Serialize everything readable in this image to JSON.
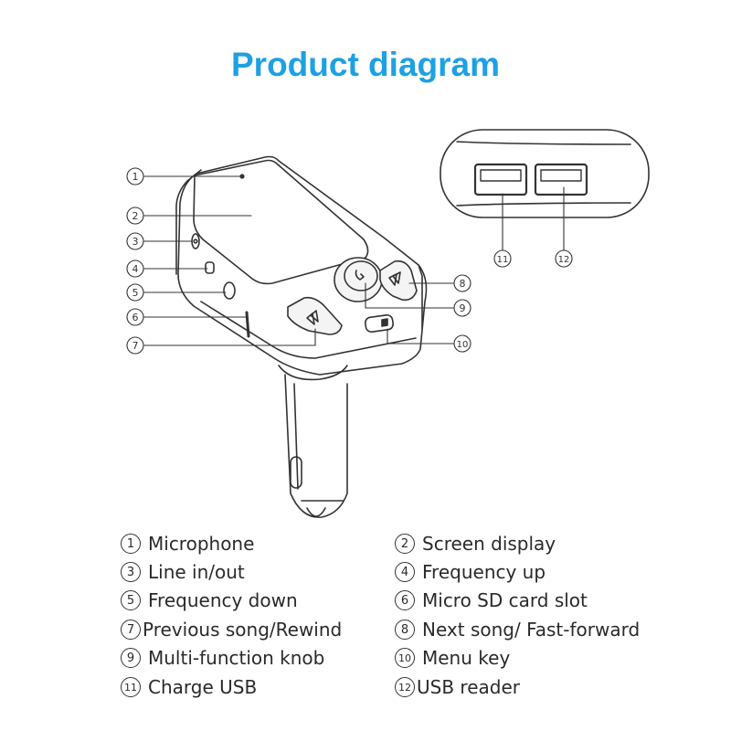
{
  "title": "Product diagram",
  "callouts": [
    "1",
    "2",
    "3",
    "4",
    "5",
    "6",
    "7",
    "8",
    "9",
    "10",
    "11",
    "12"
  ],
  "legend": [
    {
      "num": "1",
      "label": "Microphone"
    },
    {
      "num": "2",
      "label": "Screen display"
    },
    {
      "num": "3",
      "label": "Line in/out"
    },
    {
      "num": "4",
      "label": "Frequency up"
    },
    {
      "num": "5",
      "label": "Frequency down"
    },
    {
      "num": "6",
      "label": "Micro SD card slot"
    },
    {
      "num": "7",
      "label": "Previous song/Rewind"
    },
    {
      "num": "8",
      "label": "Next song/ Fast-forward"
    },
    {
      "num": "9",
      "label": "Multi-function knob"
    },
    {
      "num": "10",
      "label": "Menu key"
    },
    {
      "num": "11",
      "label": "Charge USB"
    },
    {
      "num": "12",
      "label": "USB reader"
    }
  ],
  "colors": {
    "title": "#1da1e2",
    "line": "#333333"
  }
}
